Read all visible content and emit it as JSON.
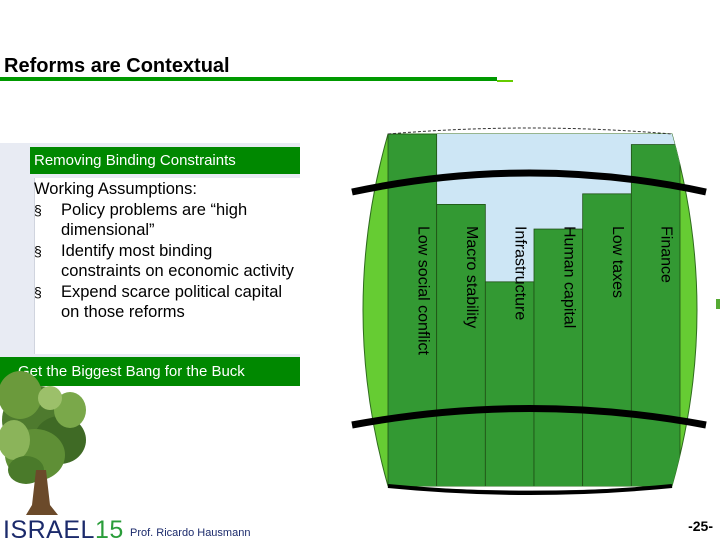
{
  "slide": {
    "title": "Reforms are Contextual",
    "page_number": "-25-"
  },
  "panel": {
    "header": "Removing Binding Constraints",
    "assumptions_heading": "Working Assumptions:",
    "bullet_mark": "§",
    "bullets": [
      "Policy problems are “high dimensional”",
      "Identify most binding constraints on economic activity",
      "Expend scarce political capital on those reforms"
    ],
    "footer": "Get the Biggest Bang for the Buck"
  },
  "barrel": {
    "staves": [
      {
        "label": "Low social conflict",
        "level": 1.0
      },
      {
        "label": "Macro stability",
        "level": 0.8
      },
      {
        "label": "Infrastructure",
        "level": 0.58
      },
      {
        "label": "Human capital",
        "level": 0.73
      },
      {
        "label": "Low taxes",
        "level": 0.83
      },
      {
        "label": "Finance",
        "level": 0.97
      }
    ],
    "colors": {
      "stave": "#339933",
      "barrel_body": "#66cc33",
      "water": "#cde6f5",
      "hoop": "#000000"
    }
  },
  "branding": {
    "logo_word": "ISRAEL",
    "logo_number": "15",
    "presenter": "Prof. Ricardo Hausmann"
  }
}
